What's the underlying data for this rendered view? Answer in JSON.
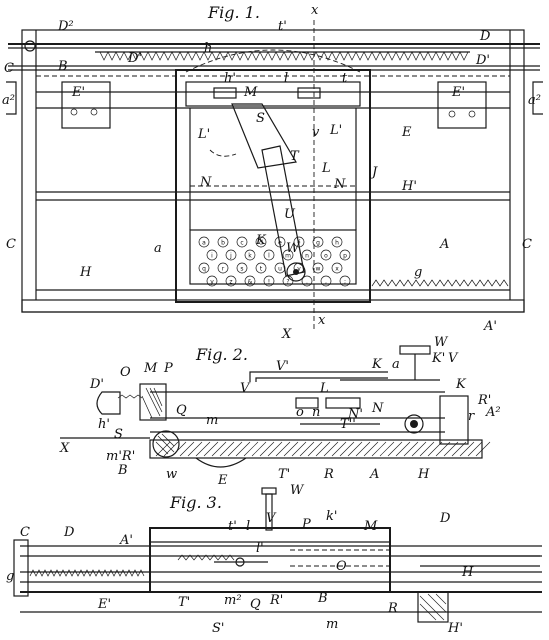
{
  "figures": {
    "fig1": {
      "title": "Fig. 1.",
      "section_marks": {
        "top": "x",
        "bottom_left": "X",
        "bottom_right": "x"
      },
      "labels": {
        "D2": "D²",
        "D": "D",
        "D1": "D'",
        "D1b": "D'",
        "C": "C",
        "B": "B",
        "a2": "a²",
        "a2b": "a²",
        "h": "h",
        "t1": "t'",
        "h1": "h'",
        "l": "l",
        "t": "t",
        "E1": "E'",
        "E1b": "E'",
        "M": "M",
        "S": "S",
        "v": "v",
        "L1": "L'",
        "L1b": "L'",
        "T": "T",
        "E": "E",
        "N": "N",
        "L": "L",
        "N2": "N",
        "J": "J",
        "H1": "H'",
        "U": "U",
        "Cl": "C",
        "Cr": "C",
        "a": "a",
        "K": "K",
        "W": "W",
        "A": "A",
        "H": "H",
        "g": "g",
        "A1": "A'"
      },
      "type_grid_letters": [
        "a",
        "b",
        "c",
        "d",
        "e",
        "f",
        "g",
        "h",
        "i",
        "j",
        "k",
        "l",
        "m",
        "n",
        "o",
        "p",
        "q",
        "r",
        "s",
        "t",
        "u",
        "v",
        "w",
        "x",
        "y",
        "z",
        "&",
        "!",
        "?",
        ".",
        ",",
        ";"
      ]
    },
    "fig2": {
      "title": "Fig. 2.",
      "labels": {
        "O": "O",
        "M": "M",
        "P": "P",
        "V1": "V'",
        "W": "W",
        "D1": "D'",
        "Ka": "K",
        "a": "a",
        "K1": "K'",
        "V": "V",
        "Vt": "V",
        "L": "L",
        "K": "K",
        "R1": "R'",
        "r": "r",
        "A2": "A²",
        "Q": "Q",
        "o": "o",
        "n": "n",
        "N1": "N'",
        "N": "N",
        "hp": "h'",
        "S": "S",
        "X": "X",
        "m": "m",
        "T11": "T''",
        "mR1": "m'R'",
        "B": "B",
        "w": "w",
        "E": "E",
        "T1": "T'",
        "Rb": "R",
        "A": "A",
        "H": "H"
      }
    },
    "fig3": {
      "title": "Fig. 3.",
      "labels": {
        "W": "W",
        "C": "C",
        "D": "D",
        "A1": "A'",
        "V": "V",
        "t1": "t'",
        "l": "l",
        "P": "P",
        "k1": "k'",
        "M": "M",
        "Dr": "D",
        "g": "g",
        "l1": "l'",
        "O": "O",
        "H": "H",
        "E1": "E'",
        "T1": "T'",
        "m2": "m²",
        "Q": "Q",
        "R1": "R'",
        "B": "B",
        "m": "m",
        "R": "R",
        "H1": "H'",
        "S1": "S'"
      }
    }
  }
}
